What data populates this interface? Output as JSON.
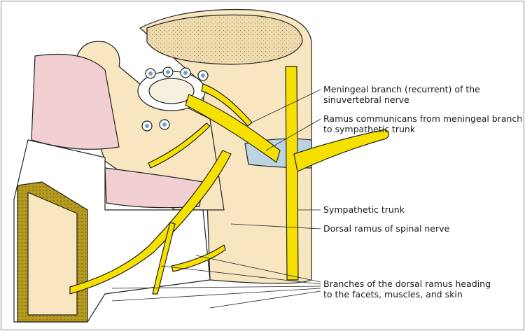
{
  "labels": {
    "meningeal_1": "Meningeal branch (recurrent) of the",
    "meningeal_2": "sinuvertebral nerve",
    "ramus_1": "Ramus communicans from meningeal branch",
    "ramus_2": "to sympathetic trunk",
    "sympathetic": "Sympathetic trunk",
    "dorsal": "Dorsal ramus of spinal nerve",
    "branches_1": "Branches of the dorsal ramus heading",
    "branches_2": "to the facets, muscles, and skin"
  },
  "colors": {
    "nerve": "#f5e000",
    "bone": "#f7e6c0",
    "muscle": "#f2cfd2",
    "skin": "#b59a1e",
    "ligament": "#bcd3e2",
    "outline": "#222222"
  }
}
